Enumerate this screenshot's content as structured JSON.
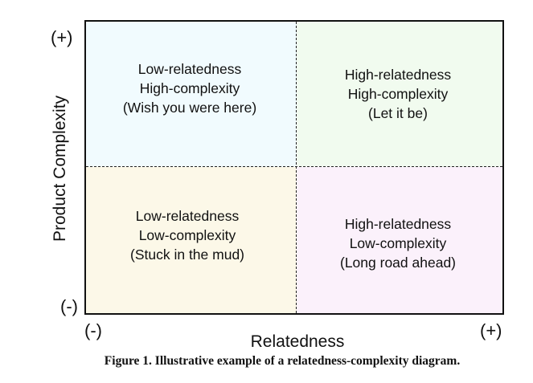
{
  "colors": {
    "top_left_fill": "#f1fbfe",
    "top_right_fill": "#f1fbef",
    "bottom_left_fill": "#fcf8e8",
    "bottom_right_fill": "#fbf1fb",
    "border": "#111111"
  },
  "axes": {
    "y_label": "Product Complexity",
    "x_label": "Relatedness",
    "y_top_tick": "(+)",
    "y_bottom_tick": "(-)",
    "x_left_tick": "(-)",
    "x_right_tick": "(+)"
  },
  "quadrants": {
    "top_left": [
      "Low-relatedness",
      "High-complexity",
      "(Wish you were here)"
    ],
    "top_right": [
      "High-relatedness",
      "High-complexity",
      "(Let it be)"
    ],
    "bottom_left": [
      "Low-relatedness",
      "Low-complexity",
      "(Stuck in the mud)"
    ],
    "bottom_right": [
      "High-relatedness",
      "Low-complexity",
      "(Long road ahead)"
    ]
  },
  "caption": "Figure 1. Illustrative example of a relatedness-complexity diagram."
}
